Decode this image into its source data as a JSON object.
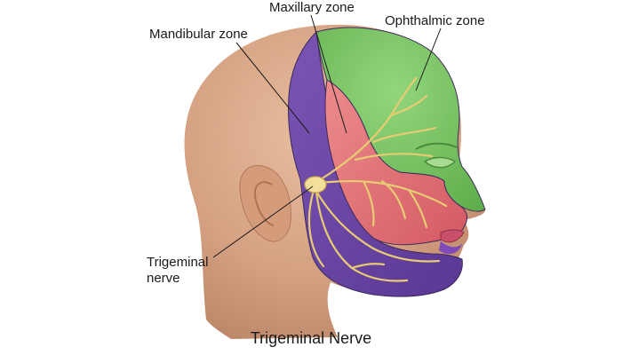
{
  "title": "Trigeminal Nerve",
  "labels": {
    "maxillary": "Maxillary zone",
    "ophthalmic": "Ophthalmic zone",
    "mandibular": "Mandibular zone",
    "trigeminal_line1": "Trigeminal",
    "trigeminal_line2": "nerve"
  },
  "colors": {
    "skin": "#d9a887",
    "ophthalmic_zone": "#7cc767",
    "maxillary_zone": "#e2767a",
    "mandibular_zone": "#6e49a6",
    "nerve": "#e6c86e"
  }
}
